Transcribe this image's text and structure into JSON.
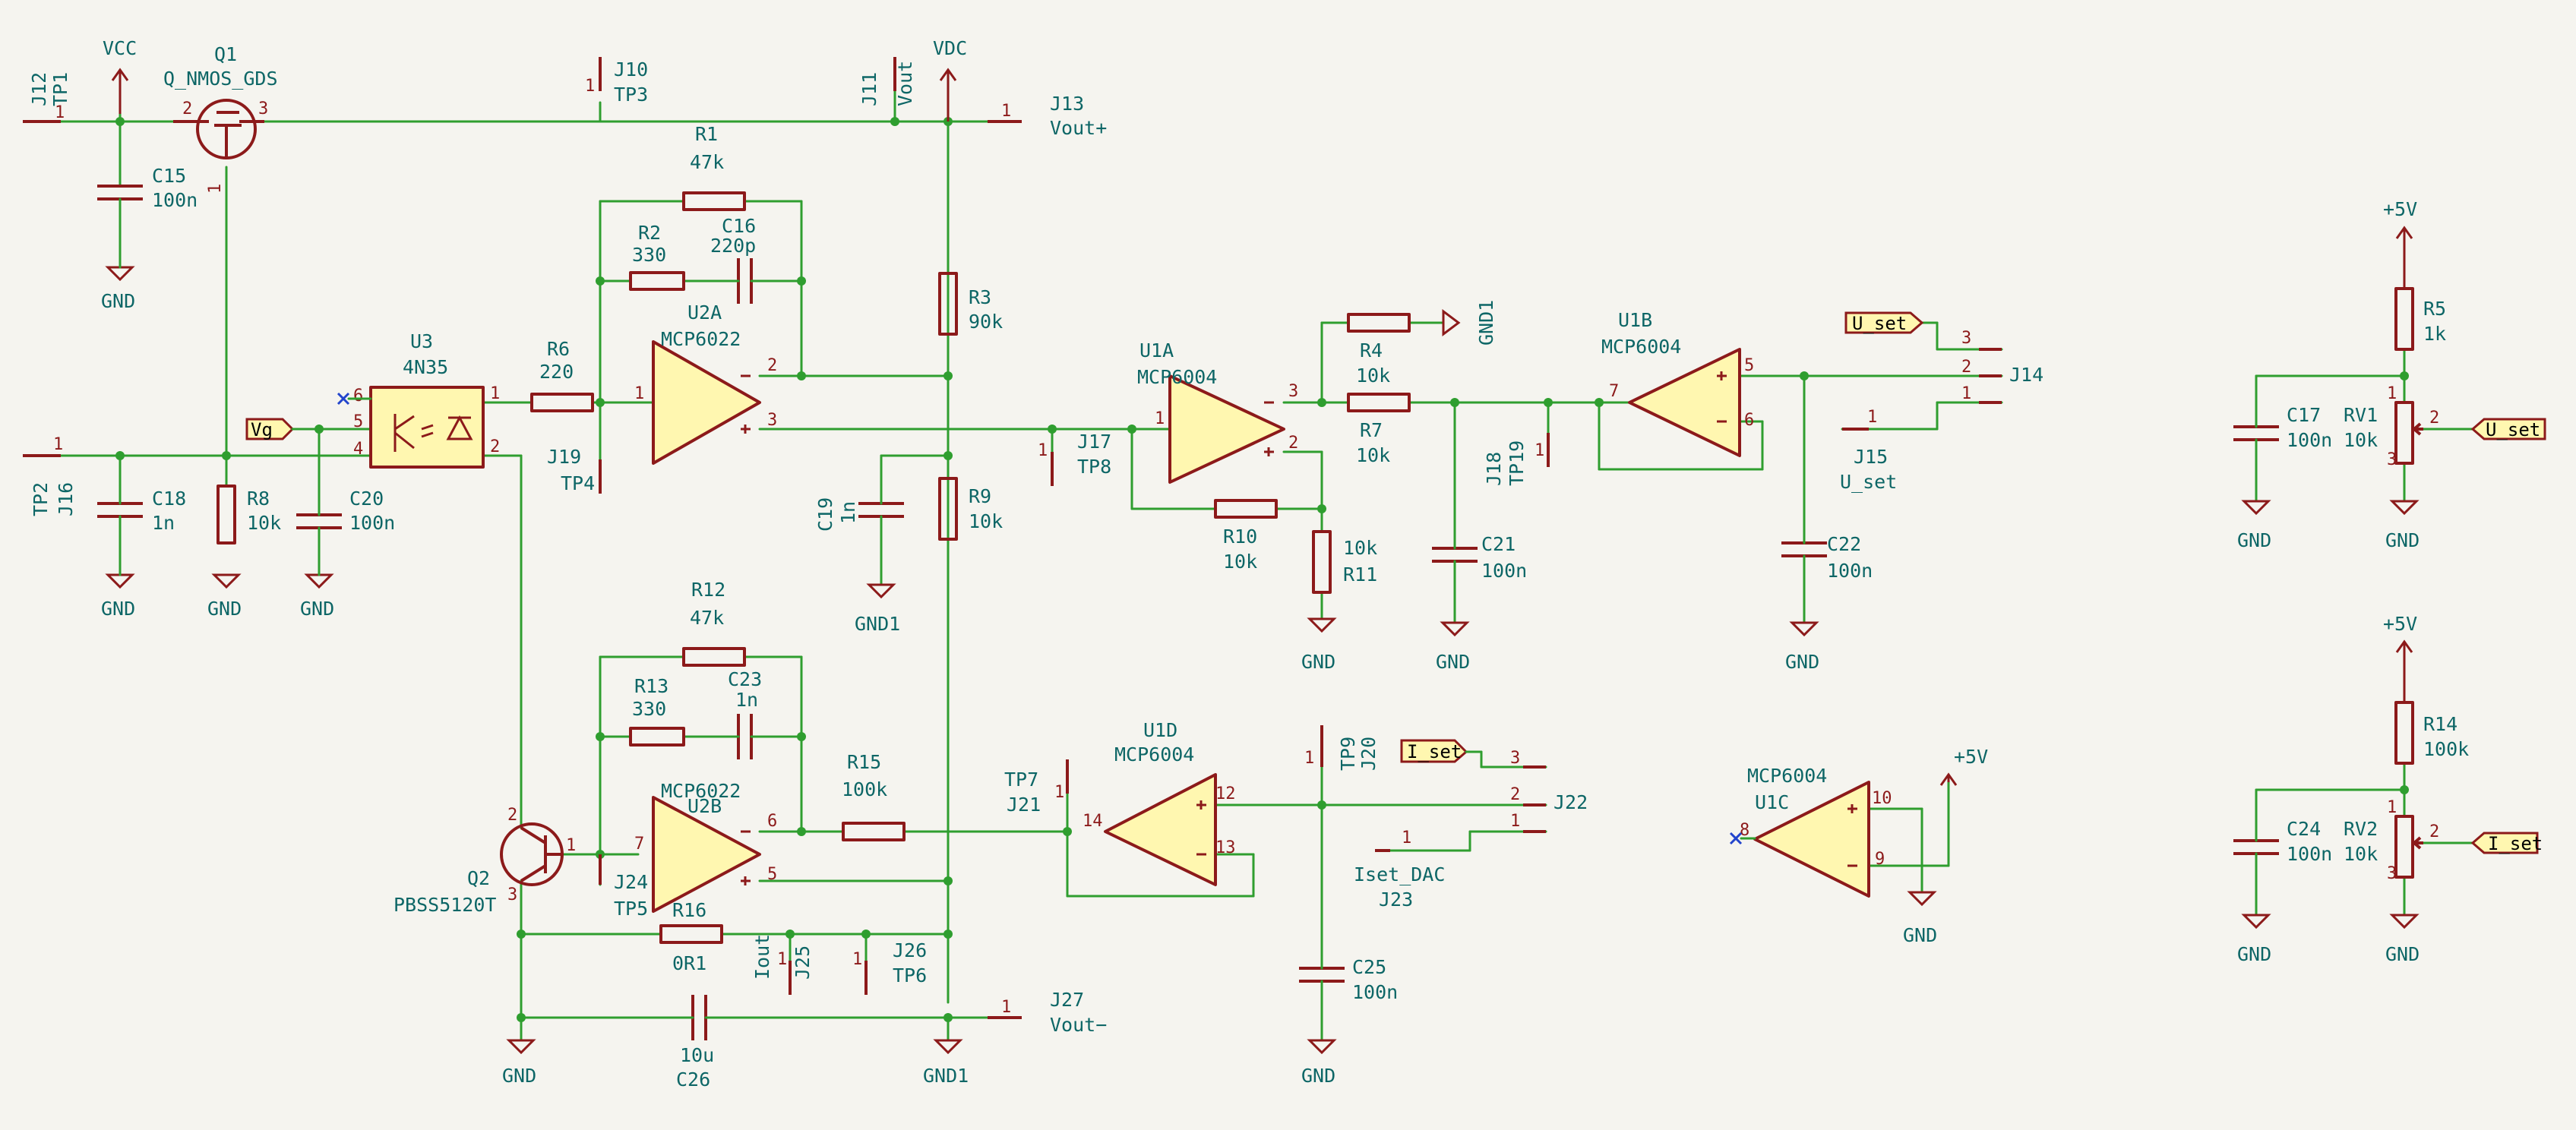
{
  "labels": {
    "vcc": "VCC",
    "vdc": "VDC",
    "gnd": "GND",
    "gnd1": "GND1",
    "p5v": "+5V",
    "vout": "Vout",
    "voutp": "Vout+",
    "voutm": "Vout−",
    "iout": "Iout",
    "u_set": "U_set",
    "i_set": "I_set",
    "iset_dac": "Iset_DAC",
    "vg": "Vg",
    "j10": "J10",
    "j11": "J11",
    "j12": "J12",
    "j13": "J13",
    "j14": "J14",
    "j15": "J15",
    "j16": "J16",
    "j17": "J17",
    "j18": "J18",
    "j19": "J19",
    "j20": "J20",
    "j21": "J21",
    "j22": "J22",
    "j23": "J23",
    "j24": "J24",
    "j25": "J25",
    "j26": "J26",
    "j27": "J27",
    "tp1": "TP1",
    "tp2": "TP2",
    "tp3": "TP3",
    "tp4": "TP4",
    "tp5": "TP5",
    "tp6": "TP6",
    "tp7": "TP7",
    "tp8": "TP8",
    "tp9": "TP9",
    "tp19": "TP19",
    "q1": "Q1",
    "q1v": "Q_NMOS_GDS",
    "q2": "Q2",
    "q2v": "PBSS5120T",
    "u3": "U3",
    "u3v": "4N35",
    "u1a": "U1A",
    "u1b": "U1B",
    "u1c": "U1C",
    "u1d": "U1D",
    "mcp6004": "MCP6004",
    "u2a": "U2A",
    "u2b": "U2B",
    "mcp6022": "MCP6022",
    "r1": "R1",
    "r2": "R2",
    "r3": "R3",
    "r4": "R4",
    "r5": "R5",
    "r6": "R6",
    "r7": "R7",
    "r8": "R8",
    "r9": "R9",
    "r10": "R10",
    "r11": "R11",
    "r12": "R12",
    "r13": "R13",
    "r14": "R14",
    "r15": "R15",
    "r16": "R16",
    "rv1": "RV1",
    "rv2": "RV2",
    "c15": "C15",
    "c16": "C16",
    "c17": "C17",
    "c18": "C18",
    "c19": "C19",
    "c20": "C20",
    "c21": "C21",
    "c22": "C22",
    "c23": "C23",
    "c24": "C24",
    "c25": "C25",
    "c26": "C26",
    "v47k": "47k",
    "v330": "330",
    "v220p": "220p",
    "v90k": "90k",
    "v10k": "10k",
    "v1k": "1k",
    "v220": "220",
    "v100n": "100n",
    "v1n": "1n",
    "v100k": "100k",
    "v0r1": "0R1",
    "v10u": "10u"
  }
}
